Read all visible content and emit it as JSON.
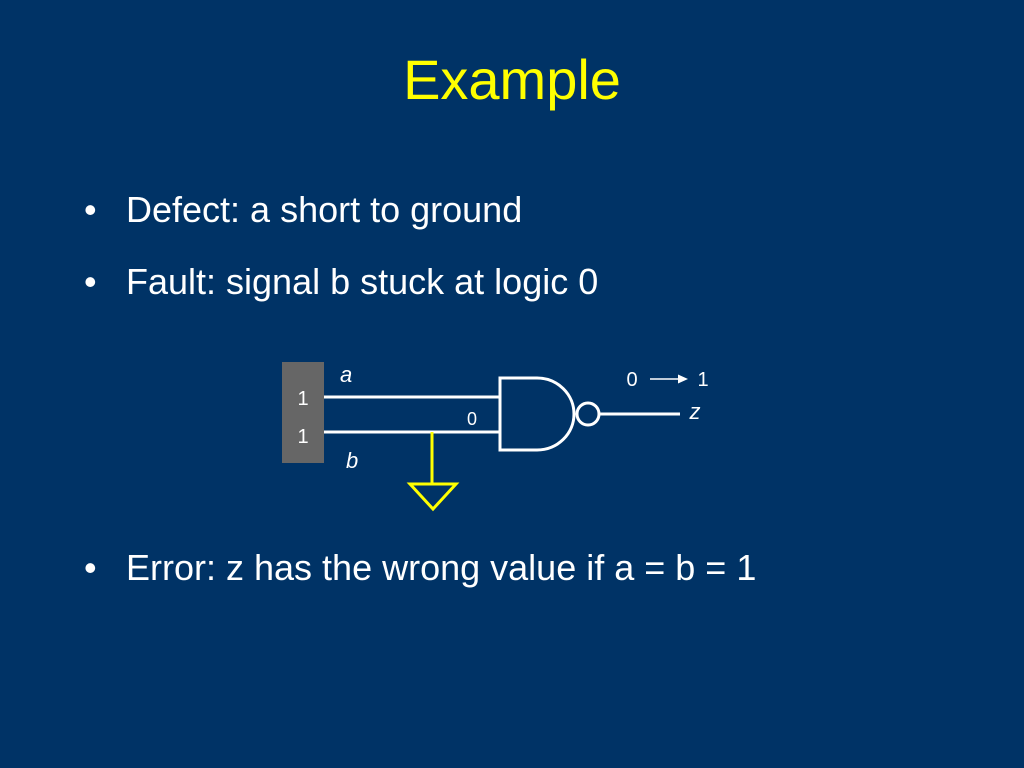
{
  "title": "Example",
  "bullets": [
    {
      "marker": "•",
      "text": "Defect: a short to ground"
    },
    {
      "marker": "•",
      "text": "Fault: signal b stuck at logic 0"
    },
    {
      "marker": "•",
      "text": "Error: z has the wrong value if a = b = 1"
    }
  ],
  "circuit": {
    "input_a_value": "1",
    "input_b_value": "1",
    "label_a": "a",
    "label_b": "b",
    "stuck_value": "0",
    "output_label": "z",
    "output_from": "0",
    "output_to": "1"
  },
  "colors": {
    "background": "#003366",
    "title": "#ffff00",
    "text": "#ffffff",
    "ground": "#ffff00",
    "input_box": "#666666"
  }
}
